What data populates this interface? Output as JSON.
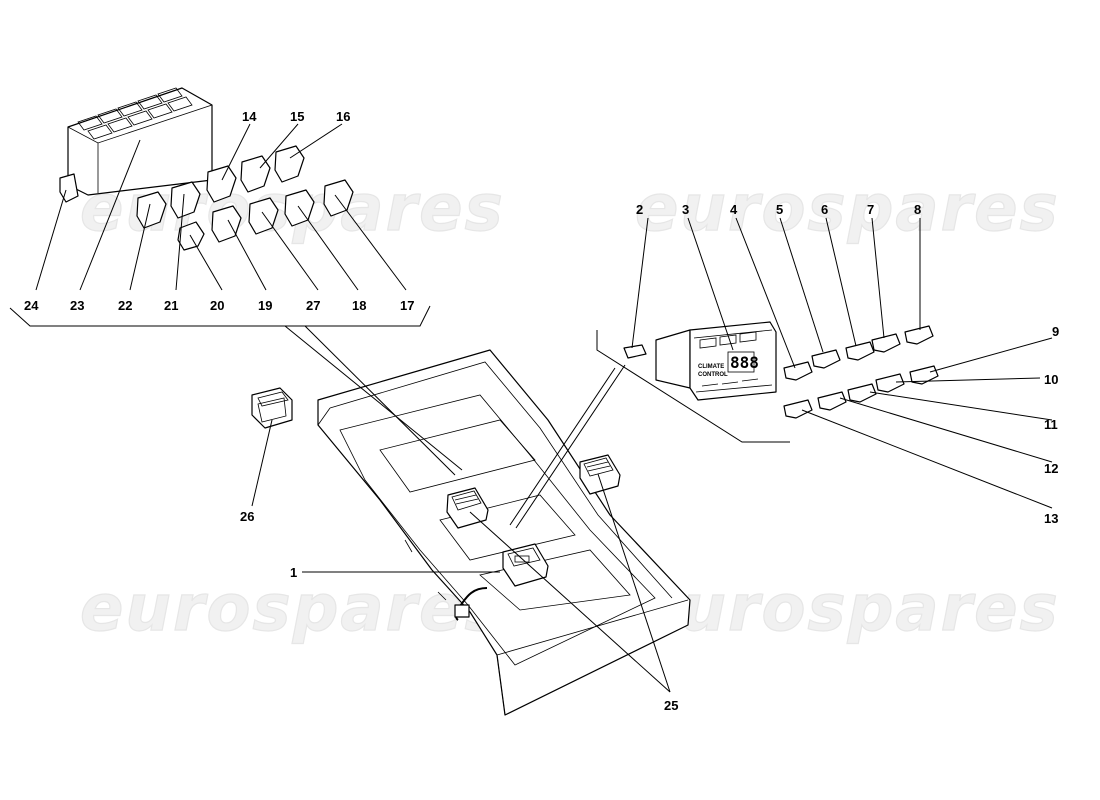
{
  "watermark": {
    "text": "eurospares"
  },
  "panel": {
    "display": "888",
    "label_line1": "CLIMATE",
    "label_line2": "CONTROL"
  },
  "callouts": {
    "c1": "1",
    "c2": "2",
    "c3": "3",
    "c4": "4",
    "c5": "5",
    "c6": "6",
    "c7": "7",
    "c8": "8",
    "c9": "9",
    "c10": "10",
    "c11": "11",
    "c12": "12",
    "c13": "13",
    "c14": "14",
    "c15": "15",
    "c16": "16",
    "c17": "17",
    "c18": "18",
    "c19": "19",
    "c20": "20",
    "c21": "21",
    "c22": "22",
    "c23": "23",
    "c24": "24",
    "c25": "25",
    "c26": "26",
    "c27": "27"
  }
}
